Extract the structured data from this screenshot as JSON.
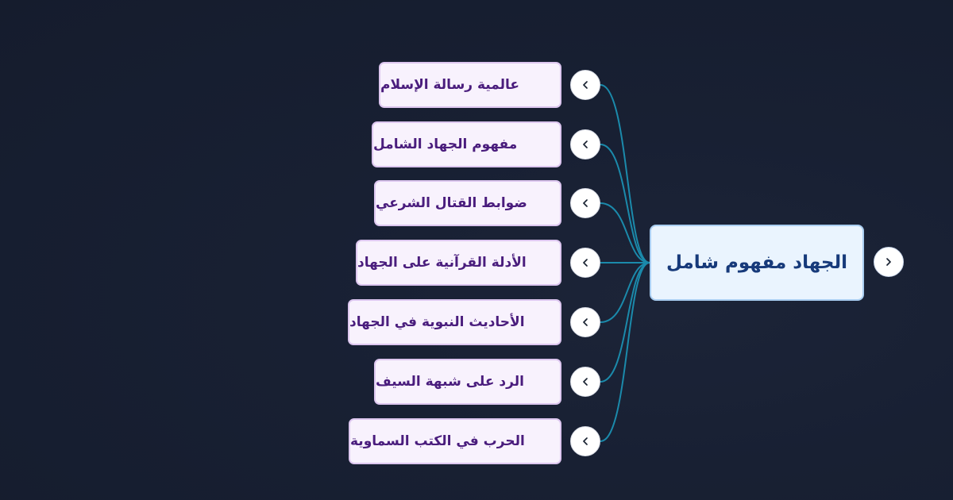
{
  "root": {
    "label": "الجهاد مفهوم شامل",
    "toggle_icon": "chevron-right-icon"
  },
  "children": [
    {
      "label": "عالمية رسالة الإسلام",
      "toggle_icon": "chevron-left-icon"
    },
    {
      "label": "مفهوم الجهاد الشامل",
      "toggle_icon": "chevron-left-icon"
    },
    {
      "label": "ضوابط القتال الشرعي",
      "toggle_icon": "chevron-left-icon"
    },
    {
      "label": "الأدلة القرآنية على الجهاد",
      "toggle_icon": "chevron-left-icon"
    },
    {
      "label": "الأحاديث النبوية في الجهاد",
      "toggle_icon": "chevron-left-icon"
    },
    {
      "label": "الرد على شبهة السيف",
      "toggle_icon": "chevron-left-icon"
    },
    {
      "label": "الحرب في الكتب السماوية",
      "toggle_icon": "chevron-left-icon"
    }
  ],
  "colors": {
    "background": "#182033",
    "connector": "#1b8aab",
    "root_fill": "#eaf4fe",
    "root_border": "#a9cdf0",
    "root_text": "#173a7a",
    "child_fill": "#f8f2fd",
    "child_border": "#dcc6ef",
    "child_text": "#4a1d7d"
  }
}
